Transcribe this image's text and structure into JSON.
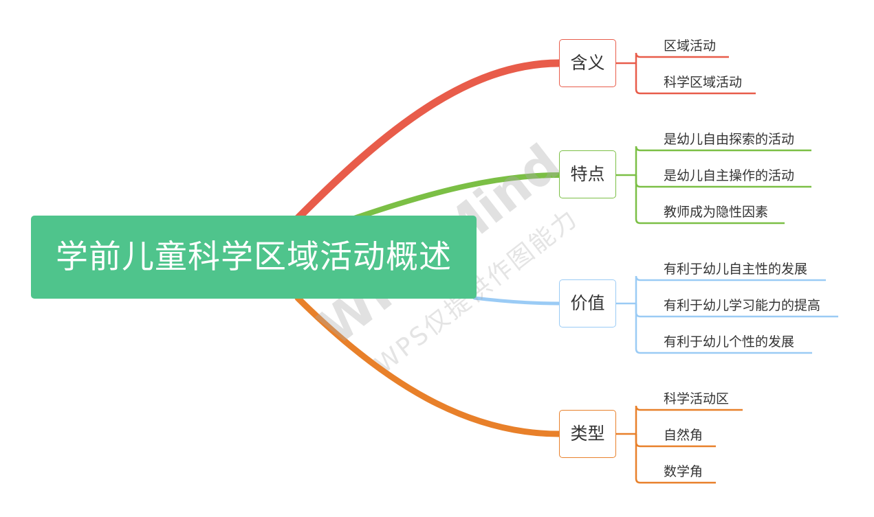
{
  "root": {
    "label": "学前儿童科学区域活动概述",
    "color": "#4fc48c"
  },
  "branches": [
    {
      "label": "含义",
      "color": "#e85c4a",
      "children": [
        "区域活动",
        "科学区域活动"
      ]
    },
    {
      "label": "特点",
      "color": "#7bbf45",
      "children": [
        "是幼儿自由探索的活动",
        "是幼儿自主操作的活动",
        "教师成为隐性因素"
      ]
    },
    {
      "label": "价值",
      "color": "#9acbf5",
      "children": [
        "有利于幼儿自主性的发展",
        "有利于幼儿学习能力的提高",
        "有利于幼儿个性的发展"
      ]
    },
    {
      "label": "类型",
      "color": "#e8802a",
      "children": [
        "科学活动区",
        "自然角",
        "数学角"
      ]
    }
  ],
  "watermark": {
    "brand": "WPS Mind",
    "note": "WPS仅提供作图能力"
  }
}
